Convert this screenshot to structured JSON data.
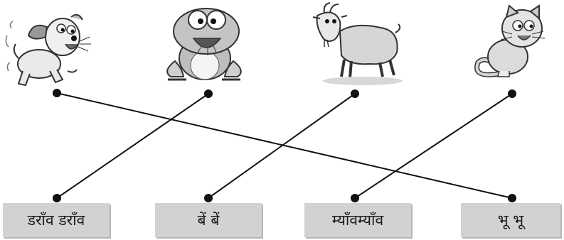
{
  "animals": [
    {
      "name": "dog",
      "icon": "dog-illustration"
    },
    {
      "name": "frog",
      "icon": "frog-illustration"
    },
    {
      "name": "goat",
      "icon": "goat-illustration"
    },
    {
      "name": "cat",
      "icon": "cat-illustration"
    }
  ],
  "labels": [
    "डराँव डराँव",
    "बें बें",
    "म्याँवम्याँव",
    "भू भू"
  ],
  "connections": [
    {
      "from": "dog",
      "to": 3
    },
    {
      "from": "frog",
      "to": 0
    },
    {
      "from": "goat",
      "to": 1
    },
    {
      "from": "cat",
      "to": 2
    }
  ],
  "colors": {
    "line": "#111111",
    "label_bg": "#d2d2d2"
  }
}
